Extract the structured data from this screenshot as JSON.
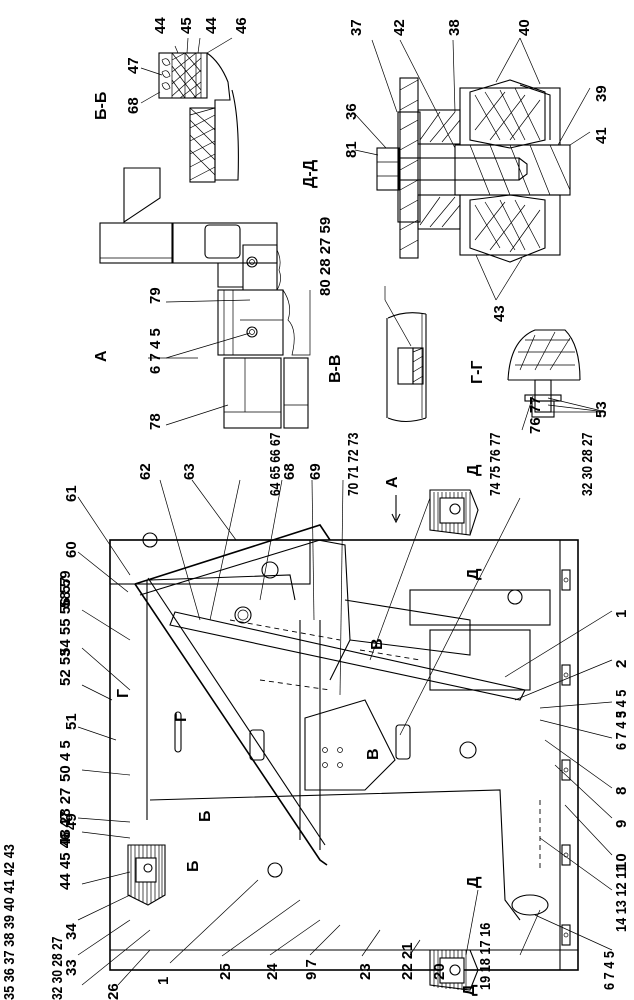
{
  "drawing": {
    "orientation": "rotated-90-ccw",
    "section_views": {
      "bb": "Б-Б",
      "dd": "Д-Д",
      "vv": "В-В",
      "gg": "Г-Г",
      "a": "А"
    },
    "section_markers": {
      "g": "Г",
      "b": "Б",
      "v": "В",
      "d": "Д",
      "a": "А"
    },
    "callouts": {
      "c61": "61",
      "c60": "60",
      "c58_59": "58 59",
      "c54_57": "54 55 56 57",
      "c52_53": "52 53",
      "c51": "51",
      "c50_4_5": "50 4 5",
      "c49": "49",
      "c48_28_27": "48 28 27",
      "c44_47": "44 45 46 47",
      "c35_43": "35 36 37 38 39 40 41 42 43",
      "c34": "34",
      "c33": "33",
      "c32_30_28_27_a": "32 30 28 27",
      "c26": "26",
      "c1_a": "1",
      "c25": "25",
      "c24": "24",
      "c9_7": "9 7",
      "c23": "23",
      "c22_21": "22 21",
      "c20": "20",
      "c19_16": "19 18 17 16",
      "c6_7_4_5_a": "6 7 4 5",
      "c14_11": "14 13 12 11",
      "c10": "10",
      "c9": "9",
      "c8": "8",
      "c6_7_4_5_b": "6 7 4 5",
      "c3_4_5": "3 4 5",
      "c2": "2",
      "c1_b": "1",
      "c32_30_28_27_b": "32 30 28 27",
      "c74_77": "74 75 76 77",
      "c70_73": "70 71 72 73",
      "c69": "69",
      "c68": "68",
      "c64_67": "64 65 66 67",
      "c63": "63",
      "c62": "62",
      "bb_68": "68",
      "bb_47": "47",
      "bb_44a": "44",
      "bb_45": "45",
      "bb_44b": "44",
      "bb_46": "46",
      "a_79": "79",
      "a_6745": "6 7 4 5",
      "a_78": "78",
      "dd_37": "37",
      "dd_42": "42",
      "dd_38": "38",
      "dd_40": "40",
      "dd_36": "36",
      "dd_81": "81",
      "dd_39": "39",
      "dd_41": "41",
      "dd_43": "43",
      "vv_80_59": "80 28 27 59",
      "gg_76_77": "76 77",
      "gg_53": "53"
    }
  }
}
